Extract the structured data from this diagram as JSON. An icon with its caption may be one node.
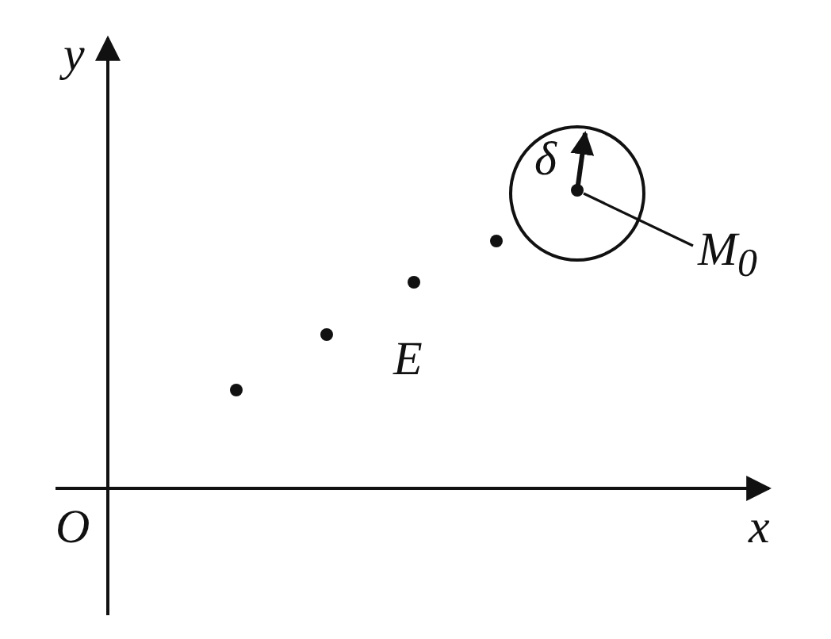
{
  "diagram": {
    "nodes": [
      {
        "text": [
          "M$_{0}$"
        ]
      },
      {
        "text": [],
        "shape": "circle"
      }
    ],
    "edges": [
      {
        "from": 0,
        "to": 1,
        "arrow": "none"
      }
    ],
    "labels": [
      "y",
      "δ",
      "E",
      "O",
      "x"
    ]
  }
}
